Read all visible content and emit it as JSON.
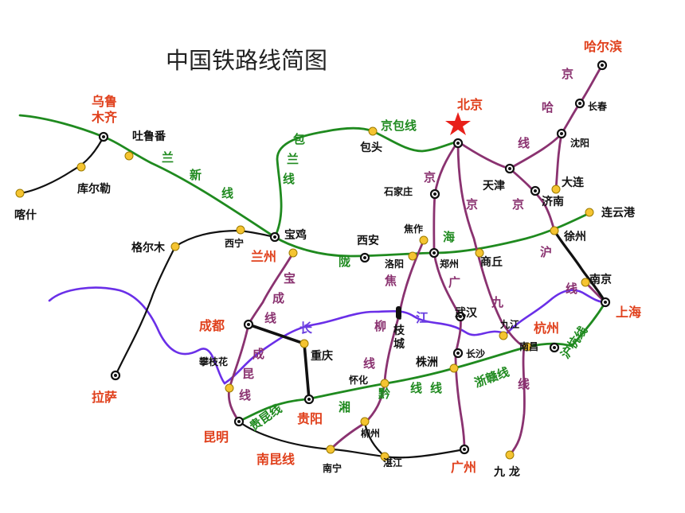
{
  "title": "中国铁路线简图",
  "capital": "北京",
  "colors": {
    "railway_green": "#1f8a1f",
    "railway_purple": "#8a3270",
    "railway_black": "#111111",
    "river_violet": "#6a2fe8",
    "city_red": "#e0401c",
    "station_yellow": "#f5c431"
  },
  "cities_red": {
    "harbin": "哈尔滨",
    "urumqi_1": "乌鲁",
    "urumqi_2": "木齐",
    "lanzhou": "兰州",
    "chengdu": "成都",
    "lhasa": "拉萨",
    "guiyang": "贵阳",
    "kunming": "昆明",
    "guangzhou": "广州",
    "shanghai": "上海",
    "hangzhou": "杭州"
  },
  "cities": {
    "changchun": "长春",
    "shenyang": "沈阳",
    "dalian": "大连",
    "tianjin": "天津",
    "jinan": "济南",
    "lianyungang": "连云港",
    "xuzhou": "徐州",
    "nanjing": "南京",
    "baotou": "包头",
    "shijiazhuang": "石家庄",
    "turpan": "吐鲁番",
    "korla": "库尔勒",
    "kashgar": "喀什",
    "golmud": "格尔木",
    "xining": "西宁",
    "baoji": "宝鸡",
    "xian": "西安",
    "jiaozuo": "焦作",
    "luoyang": "洛阳",
    "zhengzhou": "郑州",
    "shangqiu": "商丘",
    "wuhan": "武汉",
    "jiujiang": "九江",
    "nanchang": "南昌",
    "changsha": "长沙",
    "zhuzhou": "株洲",
    "zhicheng_1": "枝",
    "zhicheng_2": "城",
    "chongqing": "重庆",
    "panzhihua": "攀枝花",
    "huaihua": "怀化",
    "liuzhou": "柳州",
    "nanning": "南宁",
    "zhanjiang": "湛江",
    "jiulong": "九 龙"
  },
  "railways": {
    "jingbao": "京包线",
    "baolan_1": "包",
    "baolan_2": "兰",
    "baolan_3": "线",
    "lanxin_1": "兰",
    "lanxin_2": "新",
    "lanxin_3": "线",
    "longhai": "陇",
    "longhai_2": "海",
    "jingha_1": "京",
    "jingha_2": "哈",
    "jingha_3": "线",
    "jinghu_1": "京",
    "jinghu_2": "沪",
    "jinghu_3": "线",
    "jingguang_1": "京",
    "jingguang_2": "广",
    "jingjiu_1": "京",
    "jingjiu_2": "九",
    "jingjiu_3": "线",
    "jiaoliu_1": "焦",
    "jiaoliu_2": "柳",
    "jiaoliu_3": "线",
    "baocheng_1": "宝",
    "baocheng_2": "成",
    "baocheng_3": "线",
    "chengkun_1": "成",
    "chengkun_2": "昆",
    "chengkun_3": "线",
    "guikun": "贵昆线",
    "xiangqian_1": "湘",
    "xiangqian_2": "黔",
    "xiangqian_3": "线",
    "zhegan": "浙赣线",
    "huhang": "沪杭线",
    "nankun": "南昆线",
    "jingguang_3": "线"
  },
  "rivers": {
    "changjiang_1": "长",
    "changjiang_2": "江"
  }
}
